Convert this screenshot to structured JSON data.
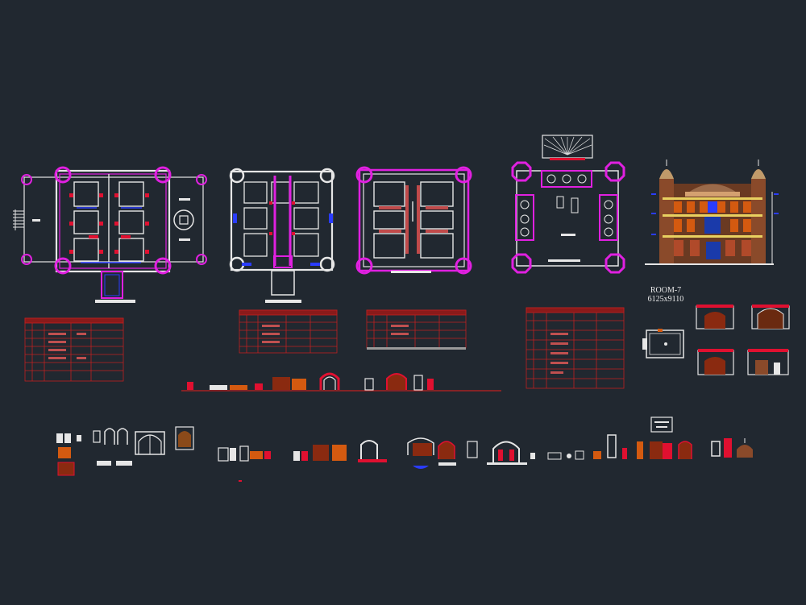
{
  "drawing": {
    "background": "#212830",
    "colors": {
      "wall": "#e6e6e6",
      "magenta": "#e020e0",
      "red": "#e01030",
      "blue": "#2a3cff",
      "brown": "#8a3a1a",
      "orange": "#d45a10",
      "yellow": "#e8d060",
      "table_line": "#c02020"
    },
    "room_label": {
      "name": "ROOM-7",
      "size": "6125x9110"
    },
    "sheets": [
      {
        "name": "ground-floor-plan"
      },
      {
        "name": "first-floor-plan"
      },
      {
        "name": "second-floor-plan"
      },
      {
        "name": "roof-plan"
      },
      {
        "name": "front-elevation"
      }
    ]
  }
}
